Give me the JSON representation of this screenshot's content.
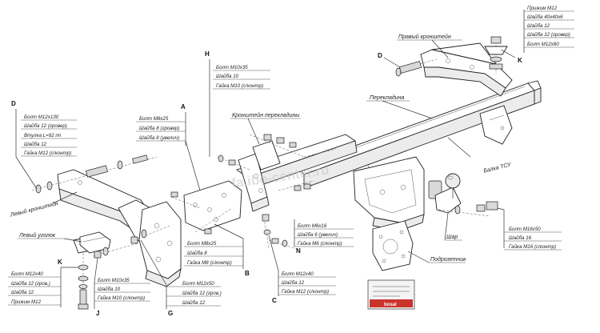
{
  "callouts": {
    "k_top": {
      "letter": "K",
      "lines": [
        "Прижим M12",
        "Шайба 40х40х6",
        "Шайба 12",
        "Шайба 12 (гровер)",
        "Болт M12х60"
      ]
    },
    "h": {
      "letter": "H",
      "lines": [
        "Болт M10х35",
        "Шайба 10",
        "Гайка M10 (с/контр)"
      ]
    },
    "d_left": {
      "letter": "D",
      "lines": [
        "Болт M12х130",
        "Шайба 12 (гровер)",
        "Втулка L=92 пп",
        "Шайба 12",
        "Гайка M12 (с/контр)"
      ]
    },
    "a": {
      "letter": "A",
      "lines": [
        "Болт M8х25",
        "Шайба 8 (гровер)",
        "Шайба 8 (увелич)"
      ]
    },
    "b": {
      "letter": "B",
      "lines": [
        "Болт M8х25",
        "Шайба 8",
        "Гайка M8 (с/контр)"
      ]
    },
    "n": {
      "letter": "N",
      "lines": [
        "Болт M6х16",
        "Шайба 6 (увелич)",
        "Гайка M6 (с/контр)"
      ]
    },
    "c": {
      "letter": "C",
      "lines": [
        "Болт M12х40",
        "Шайба 12",
        "Гайка M12 (с/контр)"
      ]
    },
    "ball": {
      "lines": [
        "Болт M16х50",
        "Шайба 16",
        "Гайка M16 (с/контр)"
      ]
    },
    "k_bottom": {
      "letter": "K",
      "lines": [
        "Болт M12х40",
        "Шайба 12 (гров.)",
        "Шайба 12",
        "Прижим M12"
      ]
    },
    "j": {
      "letter": "J",
      "lines": [
        "Болт M10х35",
        "Шайба 10",
        "Гайка M10 (с/контр)"
      ]
    },
    "g": {
      "letter": "G",
      "lines": [
        "Болт M12х50",
        "Шайба 12 (гров.)",
        "Шайба 12"
      ]
    },
    "d_right": {
      "letter": "D"
    }
  },
  "parts": {
    "right_bracket": "Правый кронштейн",
    "crossbar": "Перекладина",
    "crossbar_bracket": "Кронштейн перекладины",
    "tsu_beam": "Балка ТСУ",
    "left_bracket": "Левый кронштейн",
    "left_corner": "Левый уголок",
    "ball": "Шар",
    "socket_plate": "Подрозетник"
  },
  "watermark": "fa.ibo-center.ru",
  "plate": {
    "brand": "bosal"
  }
}
